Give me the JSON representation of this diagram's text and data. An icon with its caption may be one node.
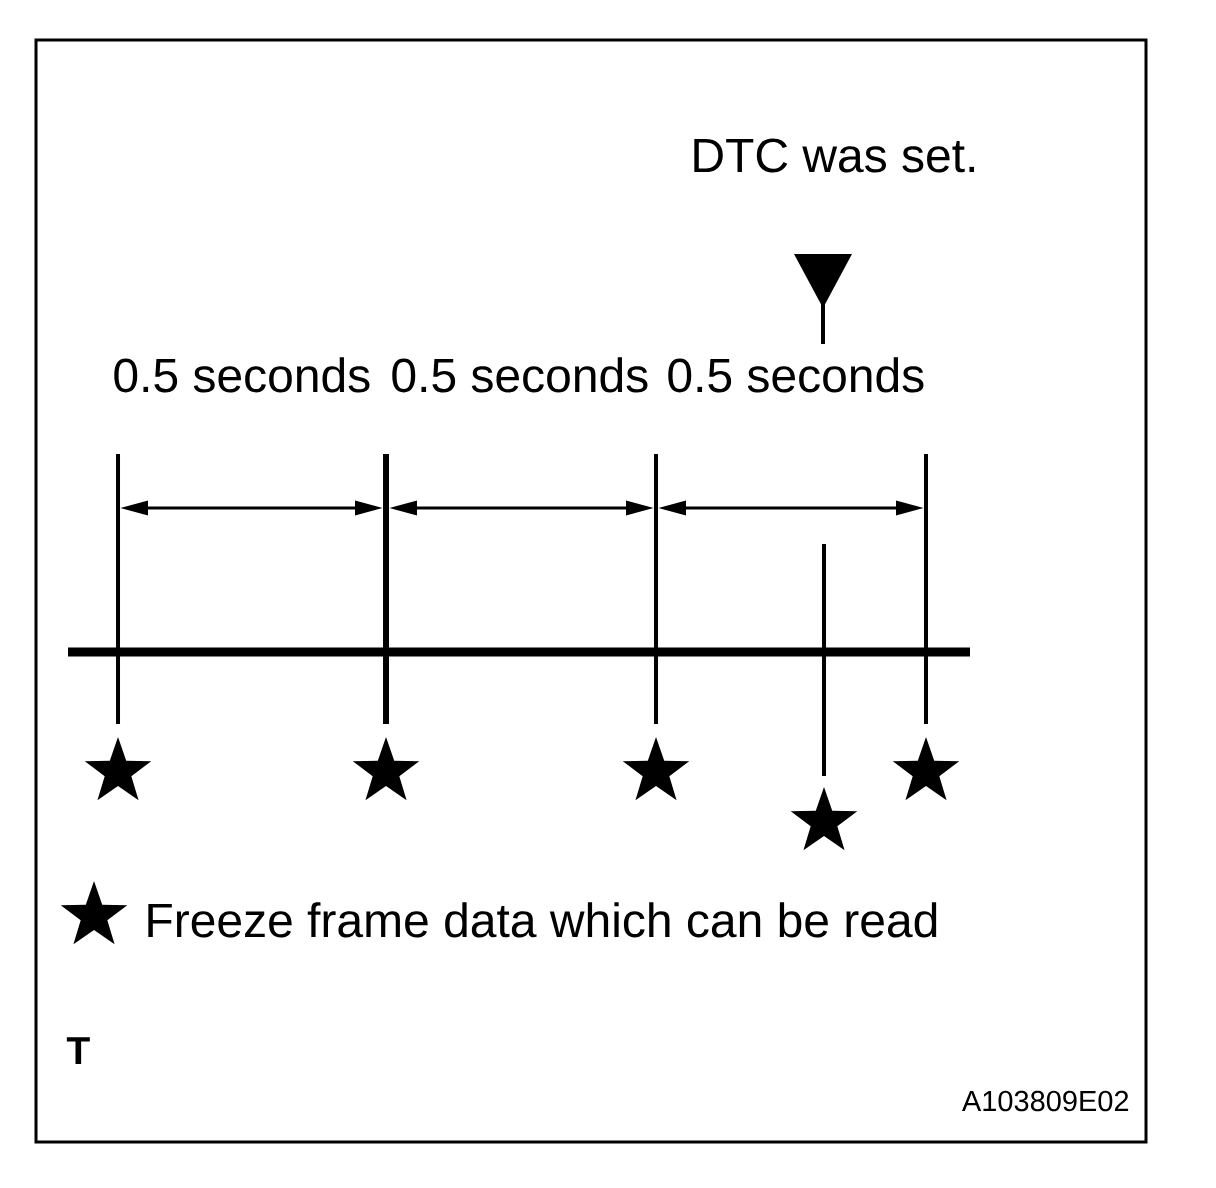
{
  "diagram": {
    "labels": [
      "DTC was set.",
      "0.5 seconds",
      "0.5 seconds",
      "0.5 seconds",
      "T",
      "A103809E02"
    ],
    "legend": [
      {
        "text": "Freeze frame data which can be read"
      }
    ]
  }
}
